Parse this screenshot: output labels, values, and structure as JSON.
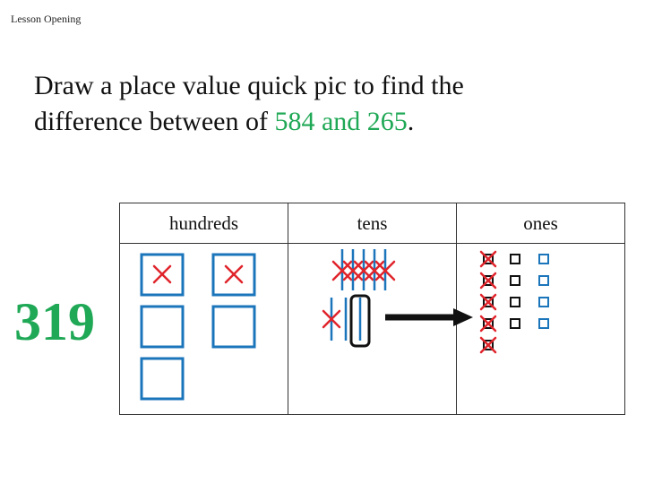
{
  "header": {
    "label": "Lesson Opening"
  },
  "prompt": {
    "line1": "Draw a place value quick pic to find the",
    "line2_prefix": "difference between of ",
    "numbers": "584 and 265",
    "period": "."
  },
  "answer": {
    "value": "319"
  },
  "table": {
    "headers": [
      "hundreds",
      "tens",
      "ones"
    ],
    "hundreds": {
      "total": 5,
      "crossed": 2
    },
    "tens": {
      "row1_total": 5,
      "row1_crossed": 5,
      "row2_total": 3,
      "row2_crossed": 1,
      "regrouped": 1
    },
    "ones": {
      "original_total": 5,
      "original_crossed": 5,
      "regrouped_total": 4,
      "regrouped_crossed": 0,
      "extra_total": 4
    }
  },
  "colors": {
    "accent_green": "#1fa855",
    "block_blue": "#1b75bb",
    "cross_red": "#e0242b",
    "line_black": "#111111"
  }
}
